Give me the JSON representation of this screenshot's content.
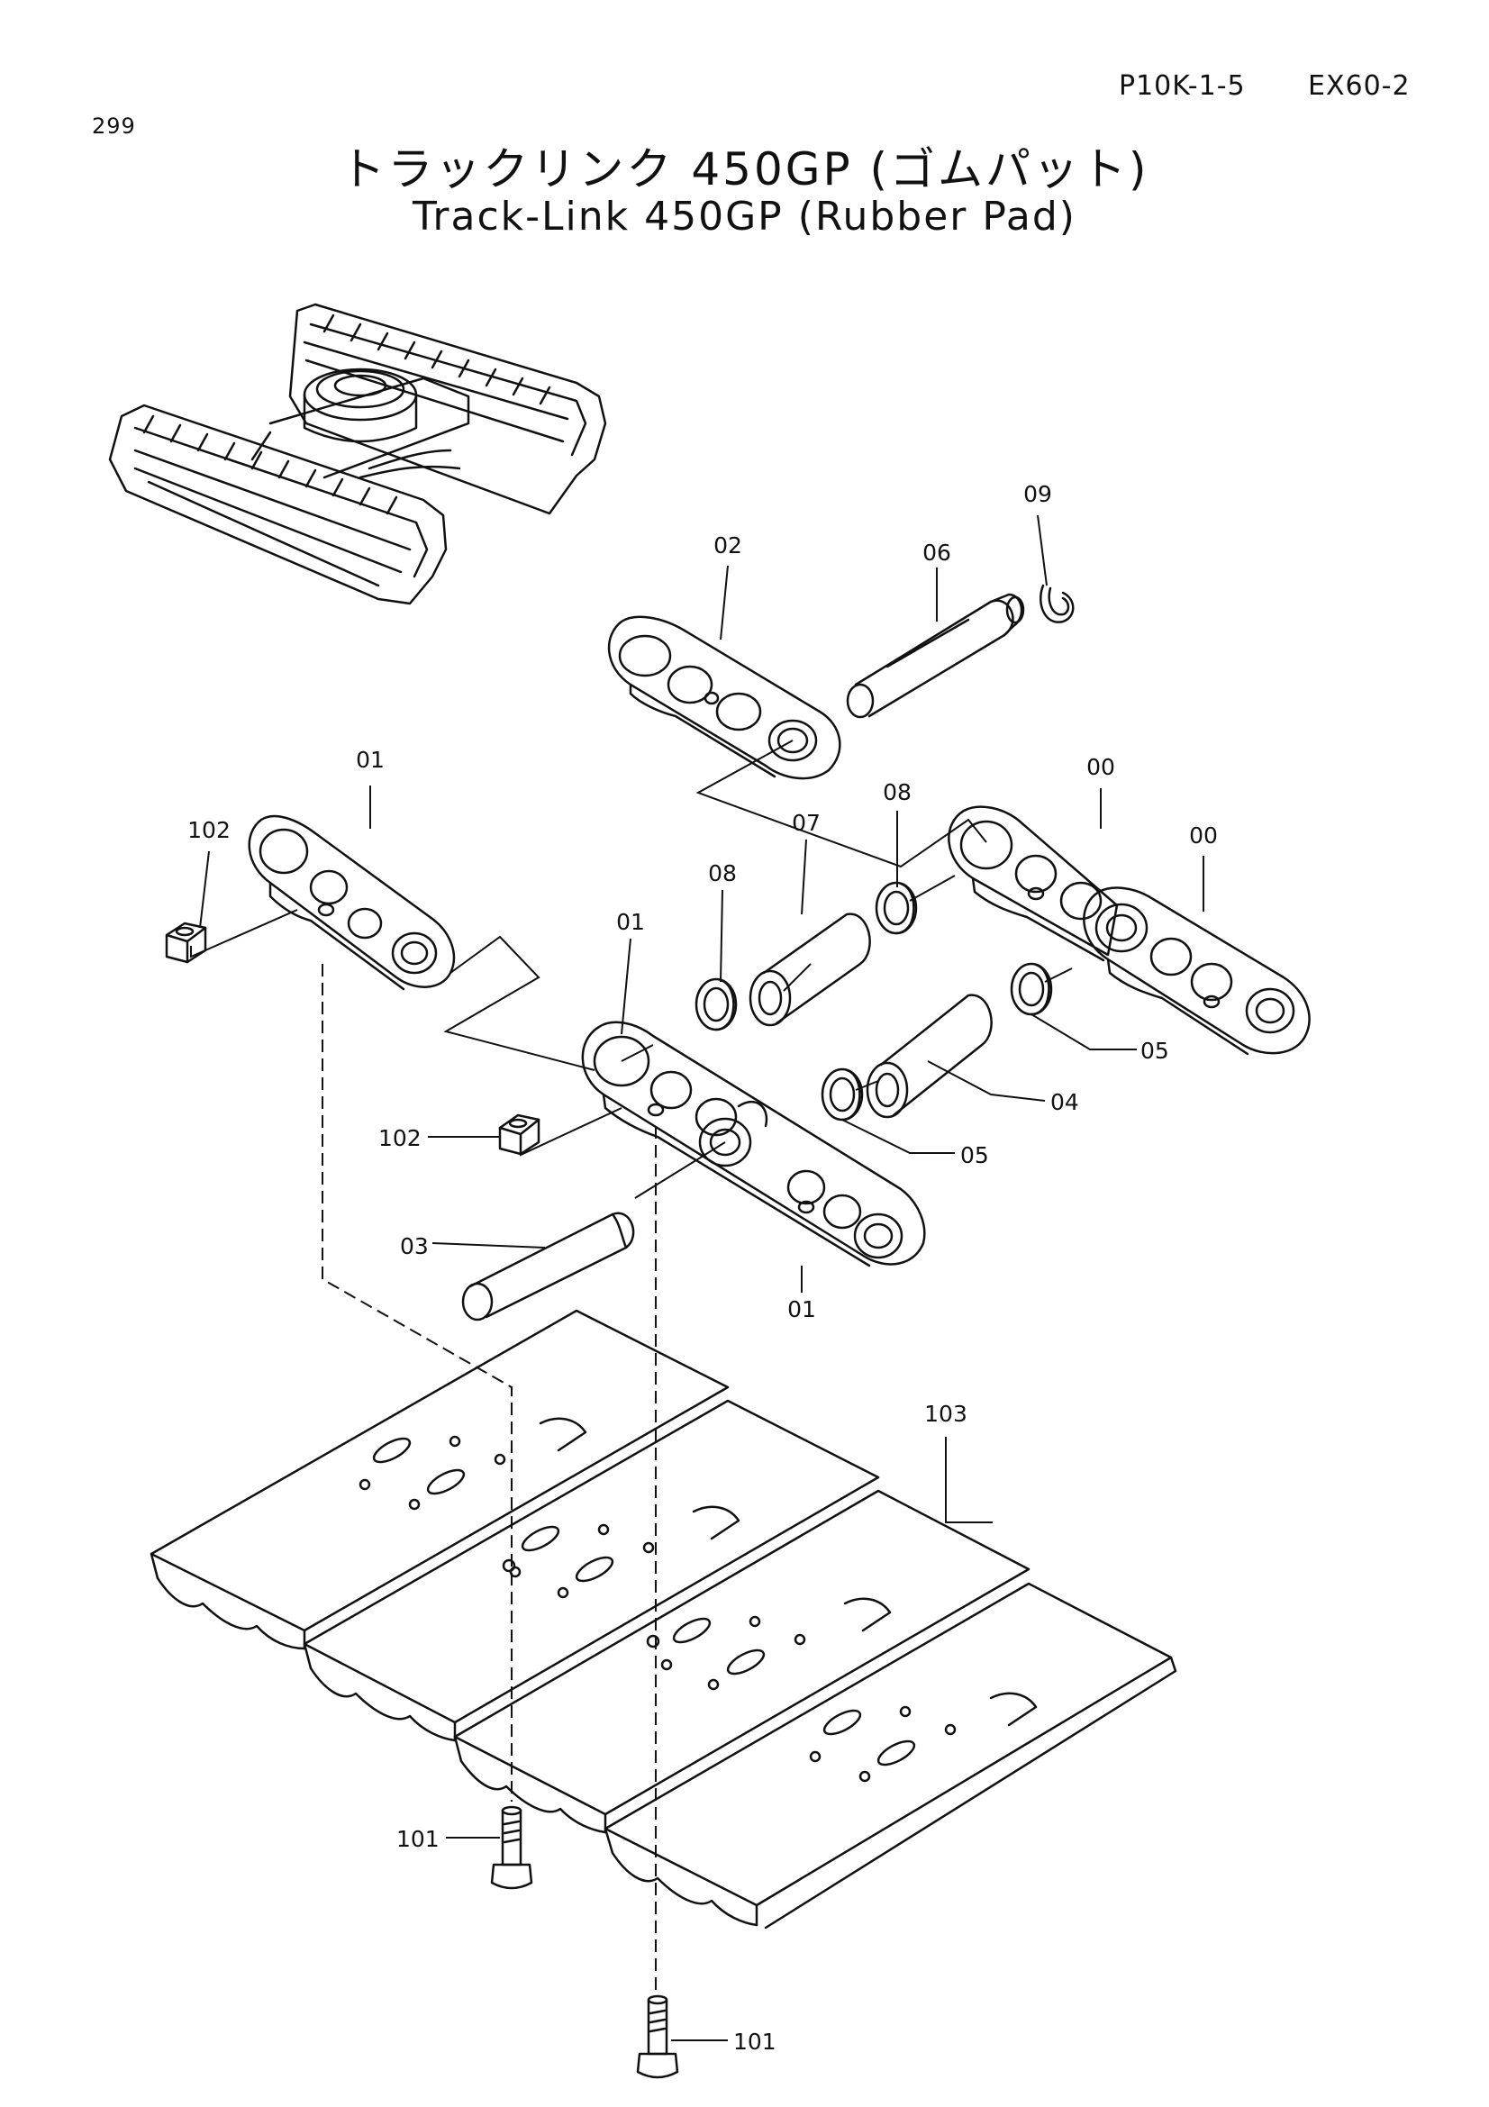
{
  "header": {
    "page_number": "299",
    "doc_code": "P10K-1-5",
    "model": "EX60-2",
    "title_jp": "トラックリンク 450GP (ゴムパット)",
    "title_en": "Track-Link 450GP (Rubber Pad)"
  },
  "callouts": {
    "c00a": "00",
    "c00b": "00",
    "c01a": "01",
    "c01b": "01",
    "c01c": "01",
    "c02": "02",
    "c03": "03",
    "c04": "04",
    "c05a": "05",
    "c05b": "05",
    "c06": "06",
    "c07": "07",
    "c08a": "08",
    "c08b": "08",
    "c09": "09",
    "c101a": "101",
    "c101b": "101",
    "c102a": "102",
    "c102b": "102",
    "c103": "103"
  }
}
